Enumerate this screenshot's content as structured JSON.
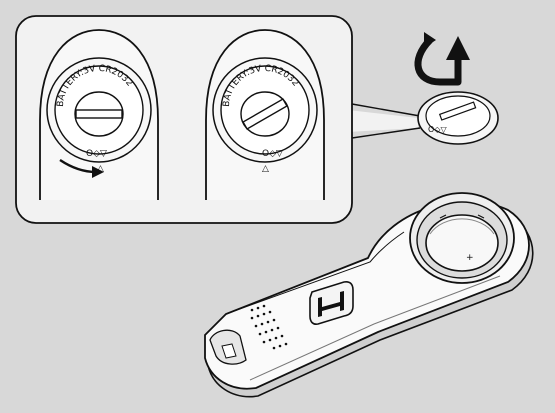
{
  "diagram": {
    "background": "#d8d8d8",
    "callout_fill": "#f2f2f2",
    "stroke_color": "#111111",
    "battery_label_left": "BATTERY:3V CR2032",
    "battery_label_right": "BATTERY:3V CR2032",
    "open_marker": "O◇▽",
    "align_marker": "△",
    "coin_plus": "+",
    "icons": [
      "rotate-cover-arrow",
      "lift-off-arrow",
      "honda-logo",
      "coin-battery"
    ]
  }
}
